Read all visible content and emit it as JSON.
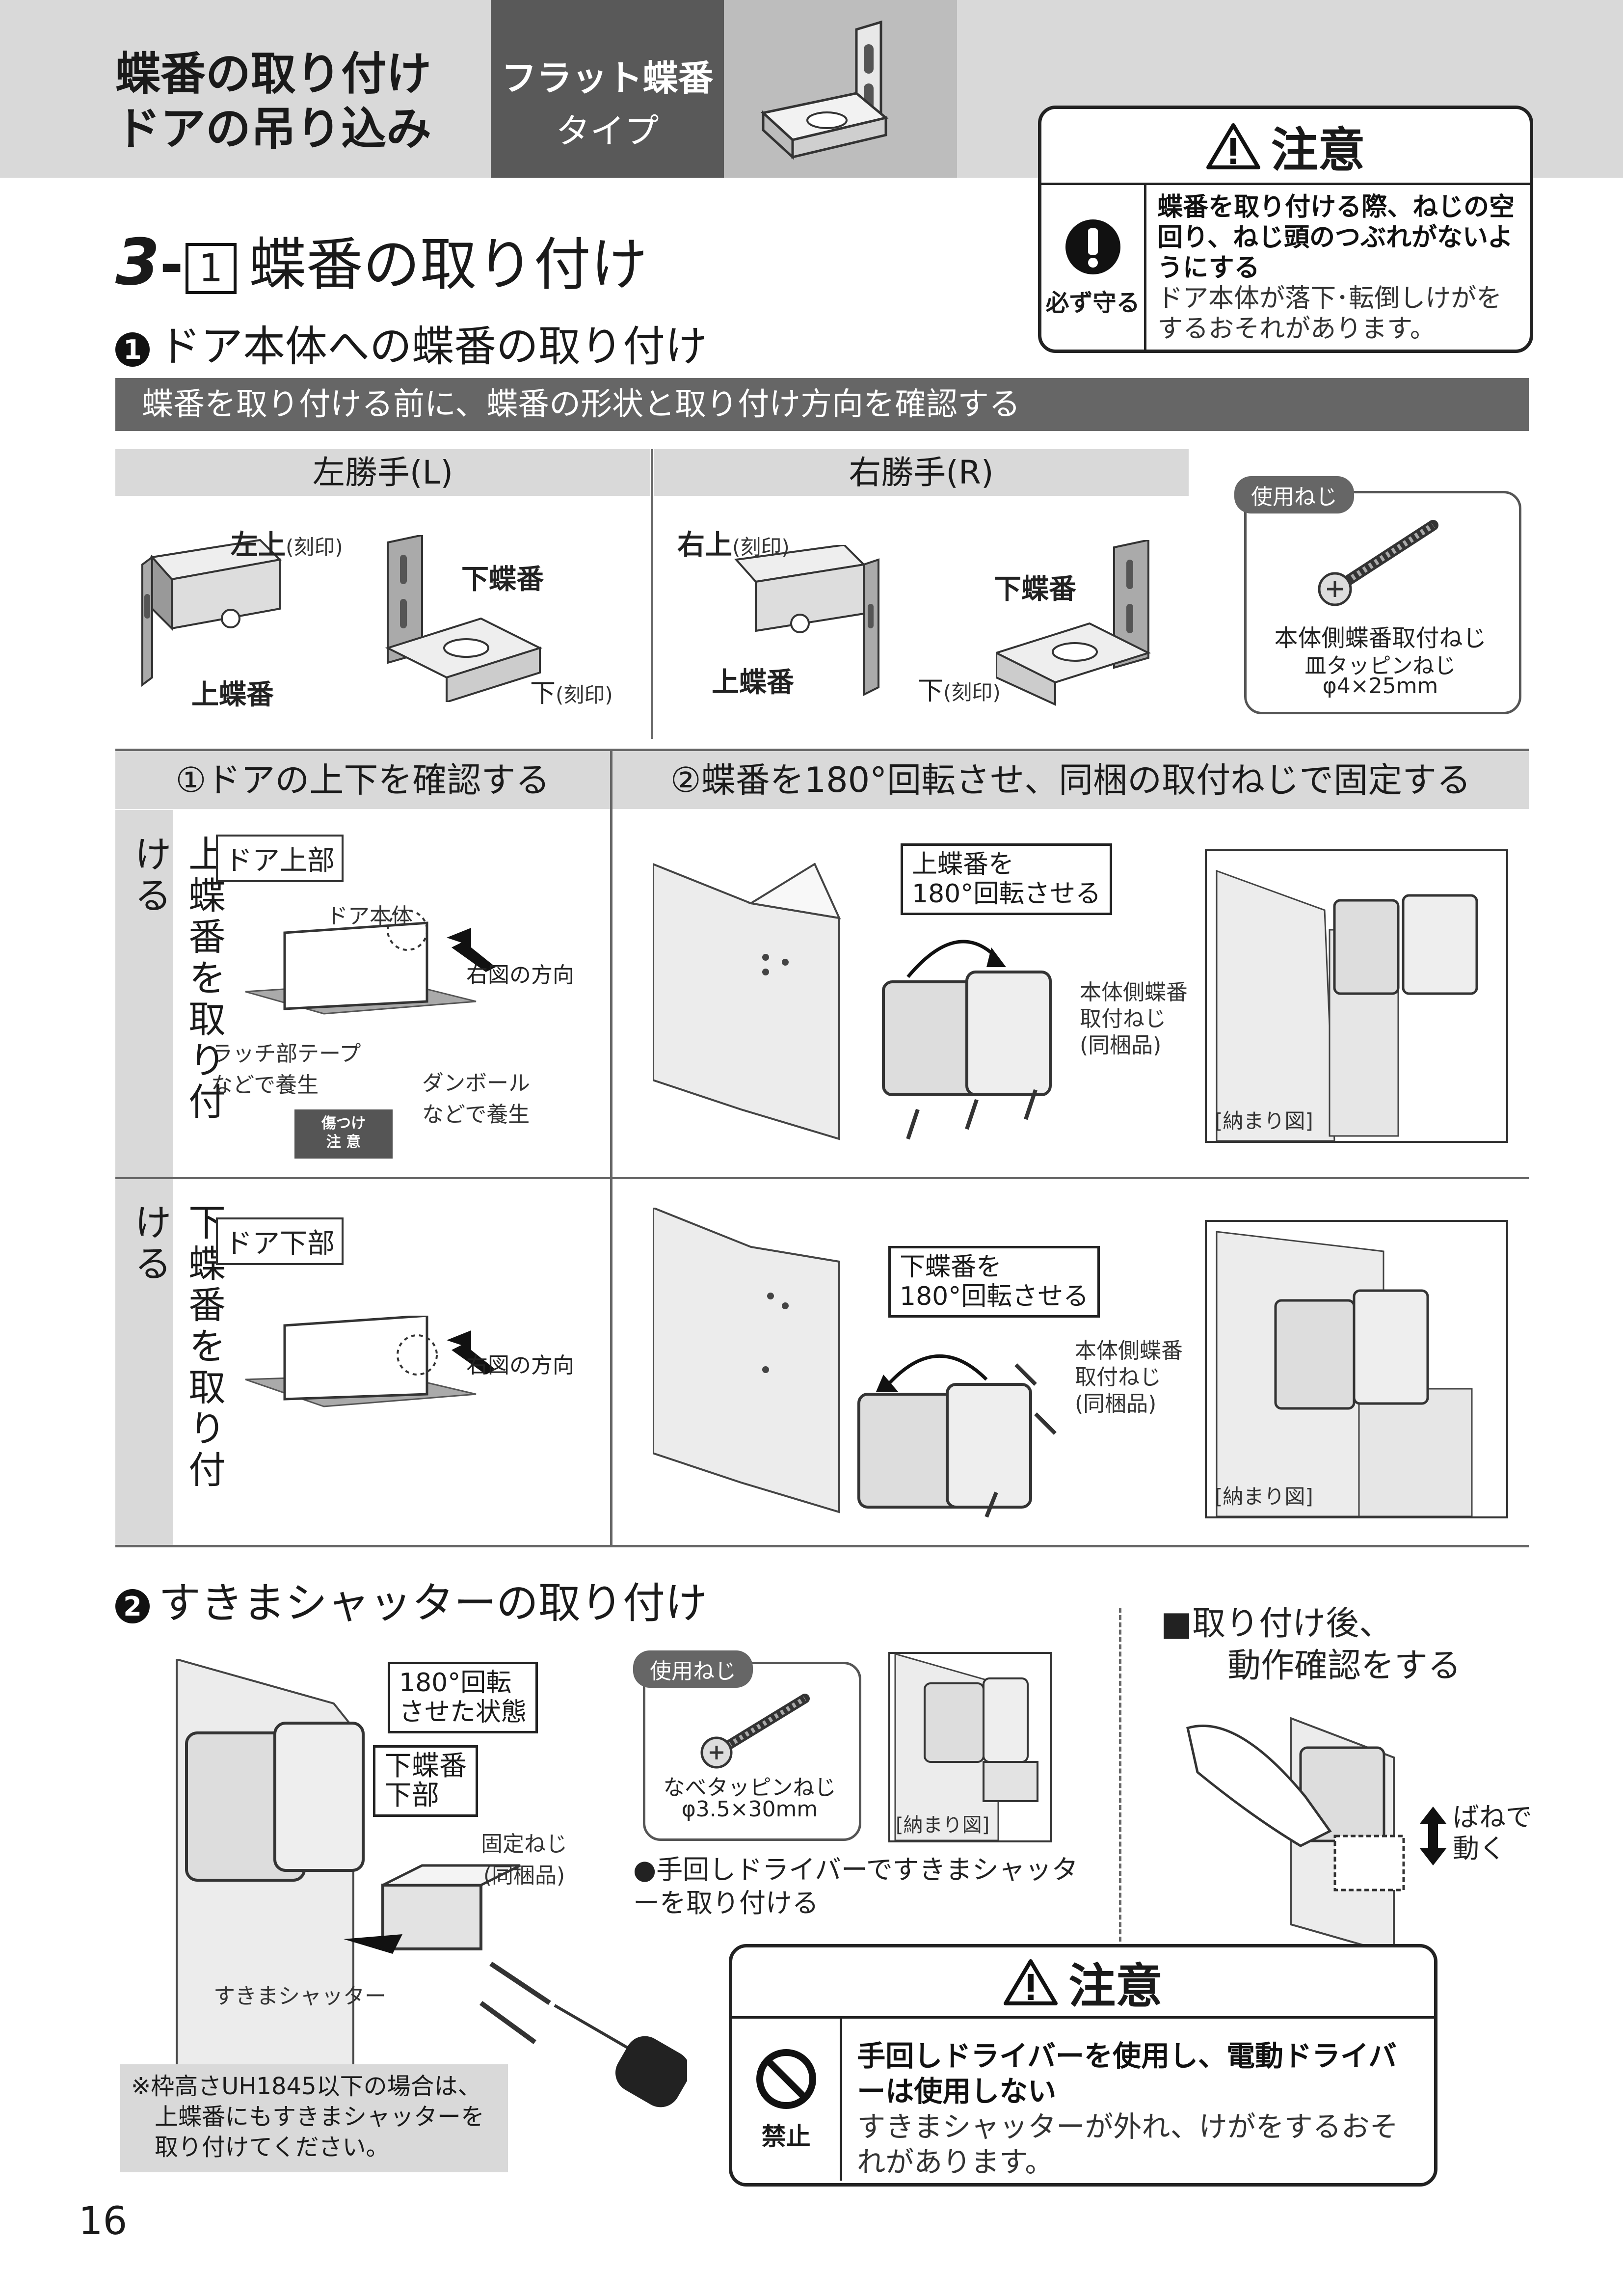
{
  "header": {
    "title_line1": "蝶番の取り付け",
    "title_line2": "ドアの吊り込み",
    "type_line1": "フラット蝶番",
    "type_line2": "タイプ"
  },
  "caution_top": {
    "title": "注意",
    "icon_label": "必ず守る",
    "bold_text": "蝶番を取り付ける際、ねじの空回り、ねじ頭のつぶれがないようにする",
    "normal_text": "ドア本体が落下･転倒しけがをするおそれがあります。"
  },
  "section": {
    "number": "3",
    "dash": "-",
    "box_num": "1",
    "title": "蝶番の取り付け"
  },
  "step1": {
    "num": "1",
    "title": "ドア本体への蝶番の取り付け",
    "banner": "蝶番を取り付ける前に、蝶番の形状と取り付け方向を確認する",
    "left_head": "左勝手(L)",
    "right_head": "右勝手(R)",
    "left_upper_mark": "左上",
    "right_upper_mark": "右上",
    "engraved": "(刻印)",
    "lower_mark": "下",
    "upper_hinge": "上蝶番",
    "lower_hinge": "下蝶番",
    "screw_pill": "使用ねじ",
    "screw_name": "本体側蝶番取付ねじ",
    "screw_type": "皿タッピンねじ",
    "screw_size": "φ4×25mm"
  },
  "table": {
    "col1_head": "①ドアの上下を確認する",
    "col2_head": "②蝶番を180°回転させ、同梱の取付ねじで固定する",
    "row1_side": "上蝶番を取り付ける",
    "row2_side": "下蝶番を取り付ける",
    "door_top": "ドア上部",
    "door_bottom": "ドア下部",
    "door_body": "ドア本体",
    "direction": "右図の方向",
    "latch_tape": "ラッチ部テープ\nなどで養生",
    "cardboard": "ダンボール\nなどで養生",
    "scratch": "傷つけ\n注 意",
    "rotate_upper": "上蝶番を\n180°回転させる",
    "rotate_lower": "下蝶番を\n180°回転させる",
    "screw_note": "本体側蝶番\n取付ねじ\n(同梱品)",
    "fit_label": "[納まり図]"
  },
  "step2": {
    "num": "2",
    "title": "すきまシャッターの取り付け",
    "rotated_state": "180°回転\nさせた状態",
    "lower_part": "下蝶番\n下部",
    "fix_screw": "固定ねじ\n(同梱品)",
    "shutter": "すきまシャッター",
    "screw_pill": "使用ねじ",
    "screw_name": "なべタッピンねじ",
    "screw_size": "φ3.5×30mm",
    "fit_label": "[納まり図]",
    "bullet": "●手回しドライバーですきまシャッターを取り付ける",
    "note": "※枠高さUH1845以下の場合は、\n　上蝶番にもすきまシャッターを\n　取り付けてください。",
    "after_title": "■取り付け後、\n　　動作確認をする",
    "spring": "ばねで\n動く"
  },
  "caution_bottom": {
    "title": "注意",
    "icon_label": "禁止",
    "bold_text": "手回しドライバーを使用し、電動ドライバーは使用しない",
    "normal_text": "すきまシャッターが外れ、けがをするおそれがあります。"
  },
  "page_number": "16"
}
